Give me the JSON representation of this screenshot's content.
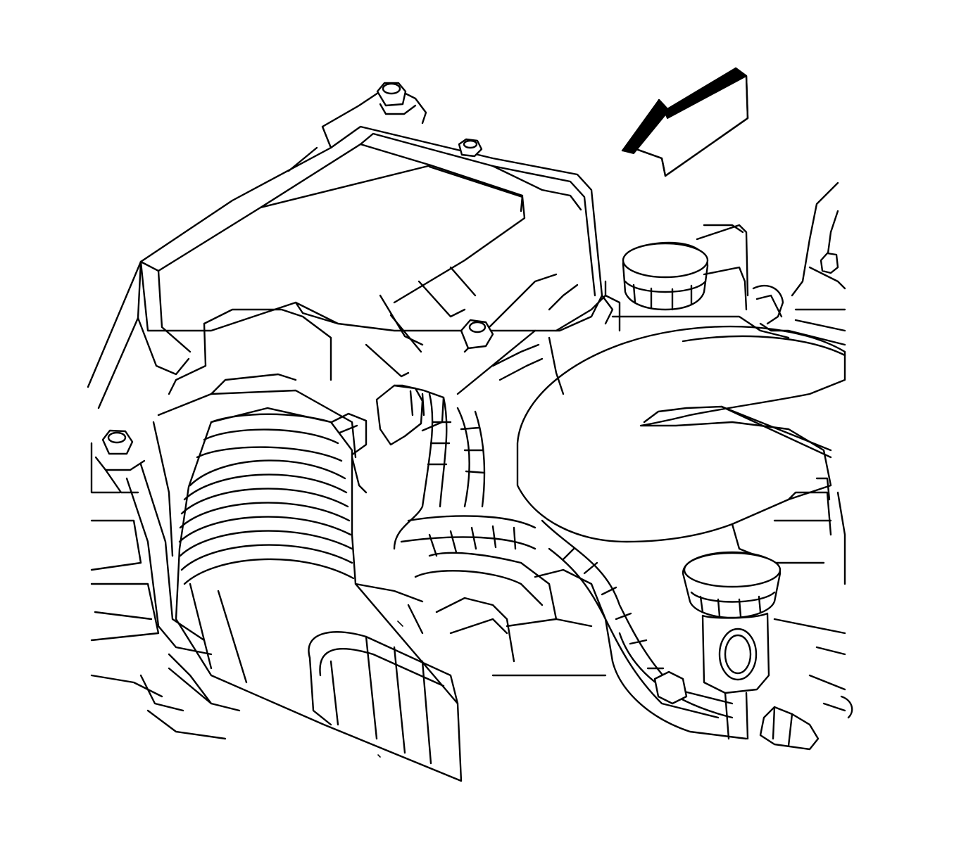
{
  "figure": {
    "kind": "line-art technical service illustration",
    "background_color": "#ffffff",
    "line_color": "#000000",
    "parts": [
      "air-cleaner-housing",
      "air-intake-duct",
      "mass-airflow-sensor-connector",
      "wiring-harness",
      "engine-cover",
      "power-steering-reservoir-cap",
      "oil-fill-cap",
      "mounting-bolt",
      "view-direction-arrow"
    ]
  }
}
